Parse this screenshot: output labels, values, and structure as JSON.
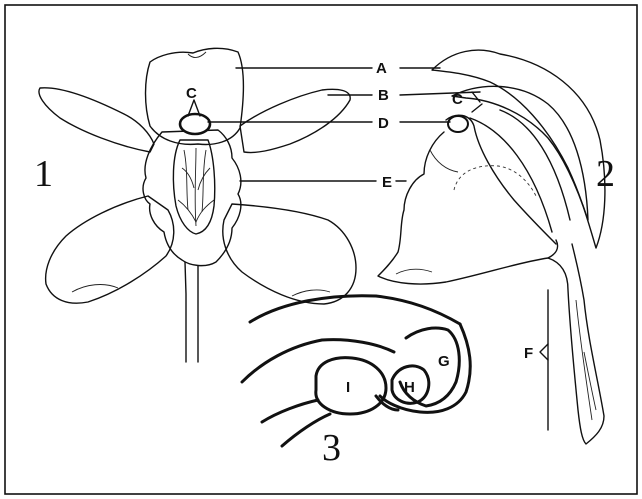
{
  "figure_numbers": {
    "fig1": "1",
    "fig2": "2",
    "fig3": "3"
  },
  "labels": {
    "A": "A",
    "B": "B",
    "C": "C",
    "C2": "C",
    "D": "D",
    "E": "E",
    "F": "F",
    "G": "G",
    "H": "H",
    "I": "I"
  }
}
